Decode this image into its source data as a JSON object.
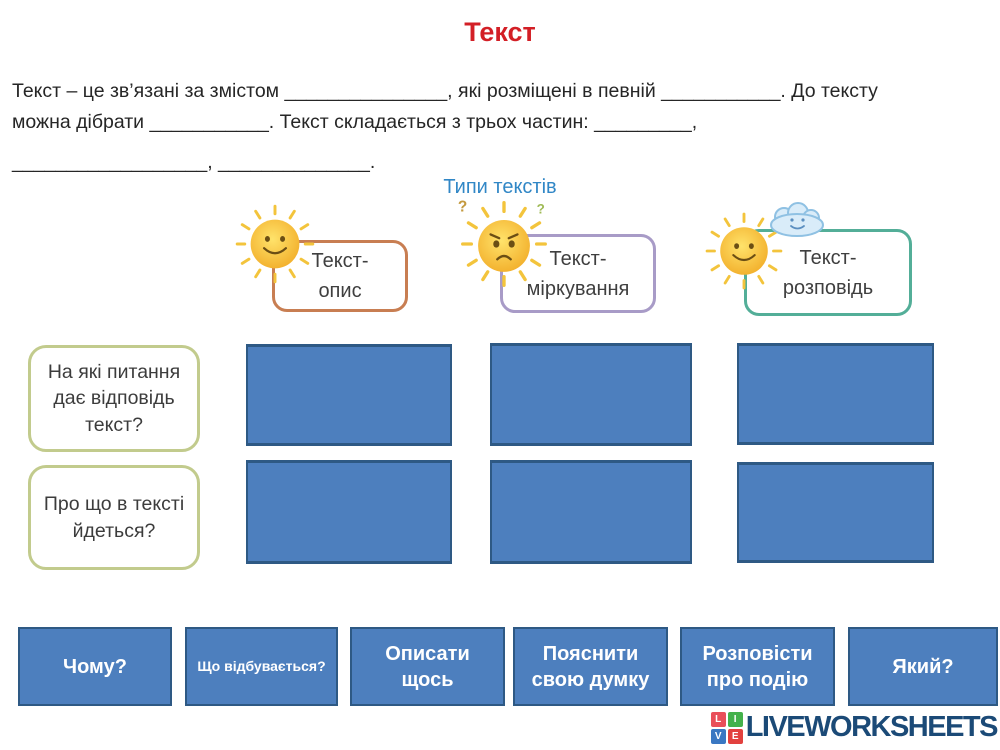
{
  "theme": {
    "title_color": "#d31f26",
    "heading_color": "#3187c6",
    "box_fill": "#4d7fbe",
    "box_border": "#2e5984",
    "logo_navy": "#1b4a77"
  },
  "header": {
    "title": "Текст"
  },
  "intro": {
    "lines": [
      "Текст – це зв’язані за змістом _______________, які розміщені в певній ___________. До тексту",
      "можна дібрати ___________. Текст складається з трьох частин: _________,",
      "__________________, ______________."
    ]
  },
  "section": {
    "heading": "Типи текстів"
  },
  "categories": [
    {
      "line1": "Текст-",
      "line2": "опис",
      "border_color": "#c87e52",
      "icon": "sun-smiling-icon"
    },
    {
      "line1": "Текст-",
      "line2": "міркування",
      "border_color": "#a89bc7",
      "icon": "sun-confused-icon"
    },
    {
      "line1": "Текст-",
      "line2": "розповідь",
      "border_color": "#53ae98",
      "icon": "sun-with-cloud-icon"
    }
  ],
  "questions": [
    {
      "text": "На які питання дає відповідь текст?"
    },
    {
      "text": "Про що в тексті йдеться?"
    }
  ],
  "dropzones": {
    "count": 6
  },
  "answers": [
    {
      "label": "Чому?"
    },
    {
      "label": "Що відбувається?"
    },
    {
      "label": "Описати щось"
    },
    {
      "label": "Пояснити свою думку"
    },
    {
      "label": "Розповісти про подію"
    },
    {
      "label": "Який?"
    }
  ],
  "footer": {
    "logo_text": "LIVEWORKSHEETS",
    "logo_squares": [
      {
        "letter": "L",
        "color": "#e94f5a"
      },
      {
        "letter": "I",
        "color": "#43b14b"
      },
      {
        "letter": "V",
        "color": "#3a77c2"
      },
      {
        "letter": "E",
        "color": "#e2413e"
      }
    ]
  }
}
